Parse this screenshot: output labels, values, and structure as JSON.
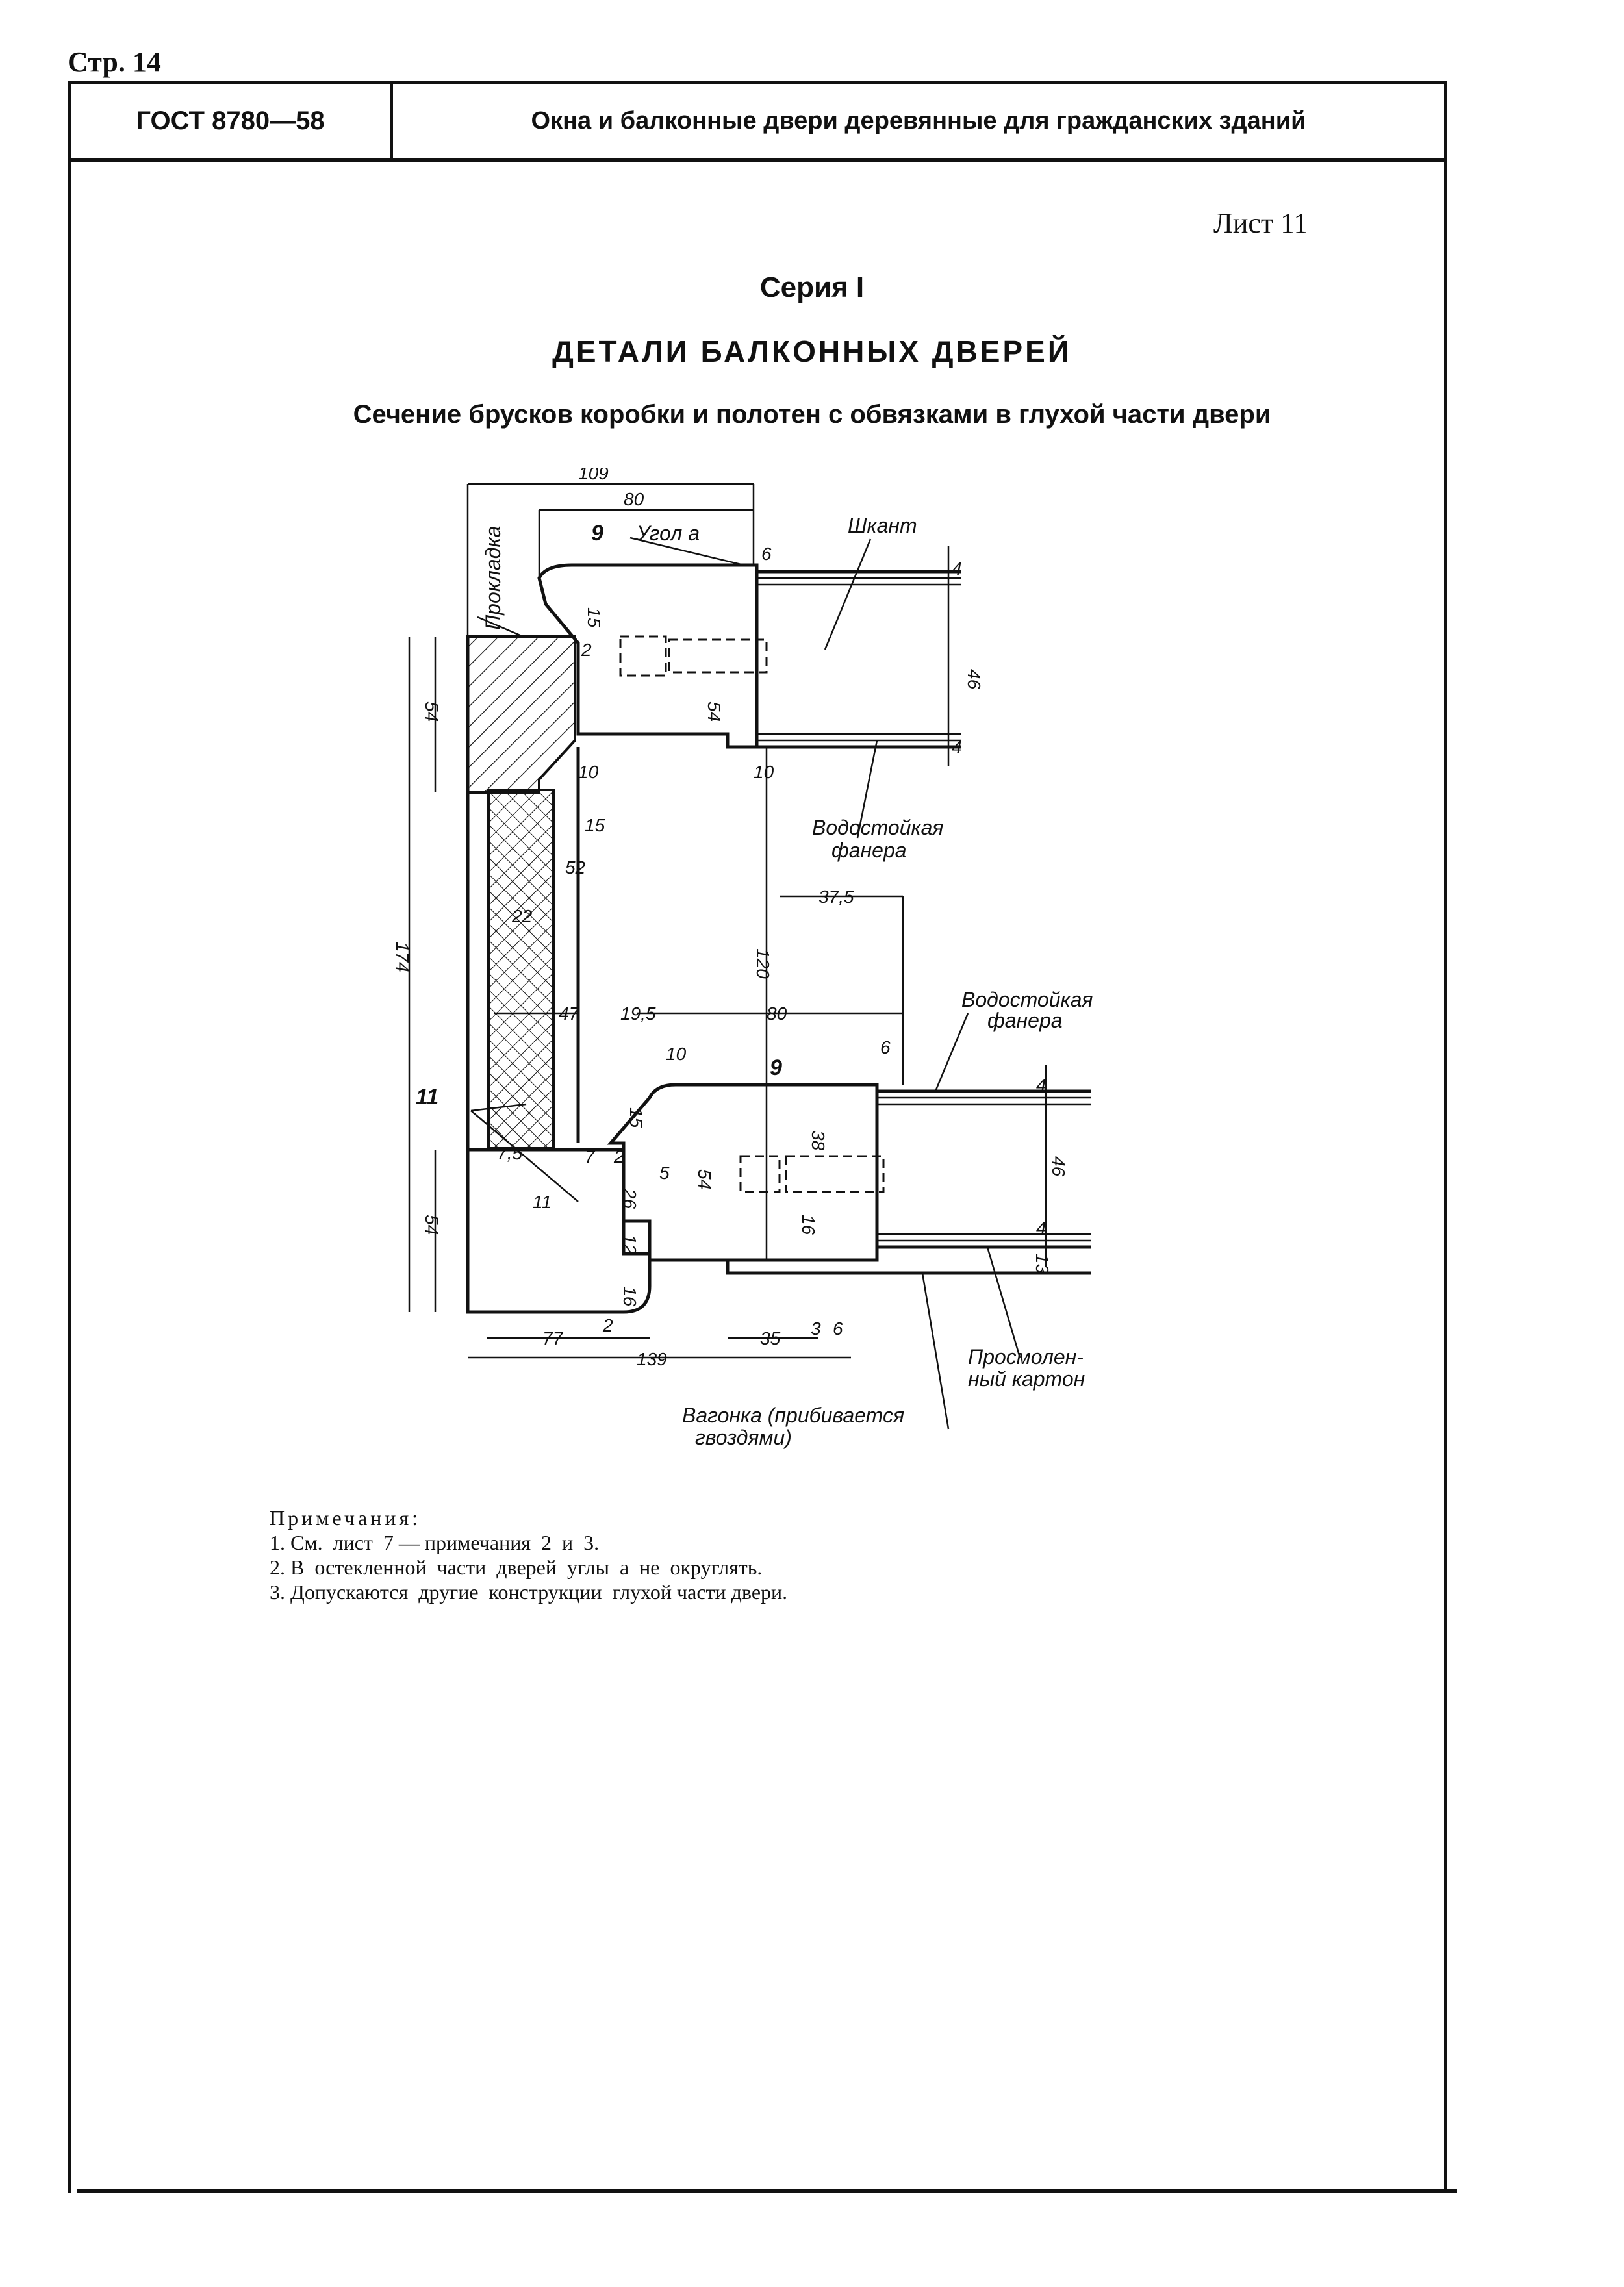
{
  "page_number": "Стр. 14",
  "header": {
    "standard": "ГОСТ 8780—58",
    "title": "Окна и балконные двери деревянные для гражданских зданий"
  },
  "sheet": "Лист 11",
  "series": "Серия I",
  "heading": "ДЕТАЛИ БАЛКОННЫХ ДВЕРЕЙ",
  "subheading": "Сечение брусков коробки и полотен с обвязками в глухой части двери",
  "drawing": {
    "labels": {
      "gasket": "Прокладка",
      "part_9": "9",
      "angle_a": "Угол а",
      "dowel": "Шкант",
      "plywood_top_1": "Водостойкая",
      "plywood_top_2": "фанера",
      "plywood_bottom_1": "Водостойкая",
      "plywood_bottom_2": "фанера",
      "part_11": "11",
      "roofing_1": "Просмолен-",
      "roofing_2": "ный картон",
      "boarding_1": "Вагонка (прибивается",
      "boarding_2": "гвоздями)"
    },
    "dimensions": {
      "d109": "109",
      "d80_top": "80",
      "d6_top": "6",
      "d4_a": "4",
      "d46_top": "46",
      "d4_b": "4",
      "d15_a": "15",
      "d2_a": "2",
      "d54_mid": "54",
      "d54_left": "54",
      "d10_a": "10",
      "d10_b": "10",
      "d15_b": "15",
      "d52": "52",
      "d37_5": "37,5",
      "d22": "22",
      "d174": "174",
      "d120": "120",
      "d47": "47",
      "d19_5": "19,5",
      "d80_mid": "80",
      "d6_mid": "6",
      "d10_c": "10",
      "d15_c": "15",
      "d38": "38",
      "d4_c": "4",
      "d46_mid": "46",
      "d4_d": "4",
      "d2_b": "2",
      "d7_5": "7,5",
      "d7": "7",
      "d5": "5",
      "d54_low": "54",
      "d11": "11",
      "d26": "26",
      "d16_a": "16",
      "d12": "12",
      "d13": "13",
      "d16_b": "16",
      "d54_bottom": "54",
      "d77": "77",
      "d35": "35",
      "d3": "3",
      "d6_bot": "6",
      "d139": "139",
      "d2_c": "2"
    }
  },
  "notes": {
    "title": "Примечания:",
    "items": [
      "1. См.  лист  7 — примечания  2  и  3.",
      "2. В  остекленной  части  дверей  углы  а  не  округлять.",
      "3. Допускаются  другие  конструкции  глухой части двери."
    ]
  }
}
